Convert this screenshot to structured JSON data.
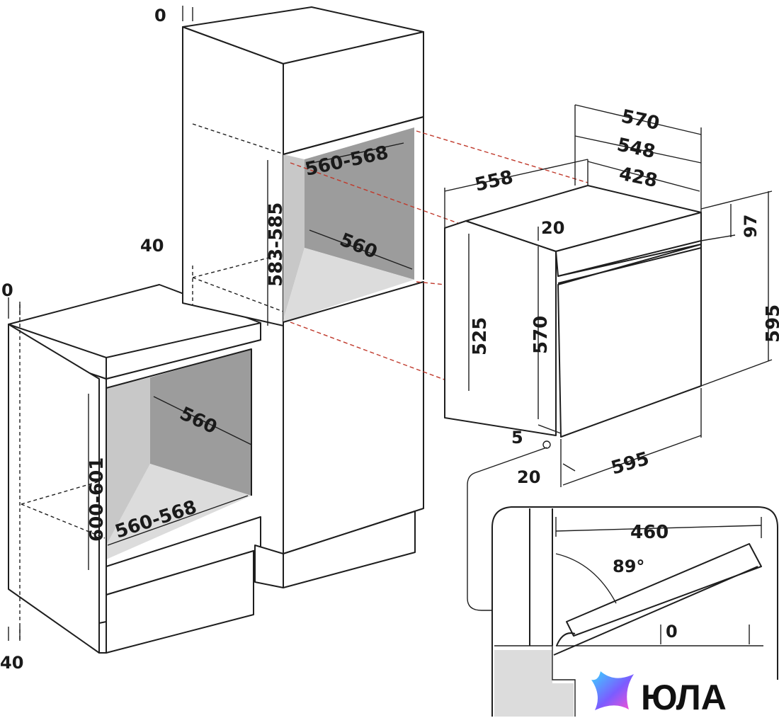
{
  "diagram": {
    "left_cabinet": {
      "top_gap": "0",
      "side_gap": "40",
      "height": "600-601",
      "depth": "560",
      "width": "560-568"
    },
    "tall_cabinet": {
      "top_gap": "0",
      "side_gap": "40",
      "height": "583-585",
      "width": "560-568",
      "depth": "560"
    },
    "oven": {
      "overall_depth": "570",
      "inner_depth": "548",
      "top_depth": "428",
      "side_depth": "558",
      "panel_offset": "20",
      "panel_height": "97",
      "total_height": "595",
      "body_height": "525",
      "front_height": "570",
      "bottom_gap": "5",
      "front_offset": "20",
      "width": "595"
    },
    "door_detail": {
      "opening_length": "460",
      "opening_angle": "89°",
      "clearance": "0"
    }
  },
  "watermark": {
    "text": "ЮЛА",
    "colors": {
      "gradient_start": "#3ad4ff",
      "gradient_mid": "#7b5cff",
      "gradient_end": "#ff4fd1"
    }
  }
}
